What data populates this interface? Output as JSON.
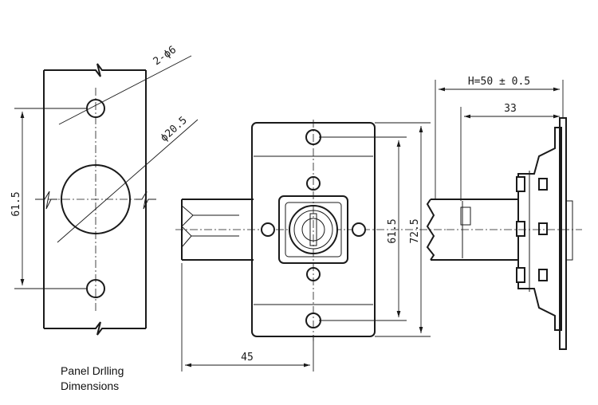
{
  "panel": {
    "hole_dim": "2-ϕ6",
    "bore_dim": "ϕ20.5",
    "height_dim": "61.5",
    "caption_line1": "Panel Drlling",
    "caption_line2": "Dimensions"
  },
  "front_view": {
    "inner_height_dim": "61.5",
    "outer_height_dim": "72.5",
    "bolt_length_dim": "45"
  },
  "side_view": {
    "range_dim": "H=50 ± 0.5",
    "depth_dim": "33"
  }
}
